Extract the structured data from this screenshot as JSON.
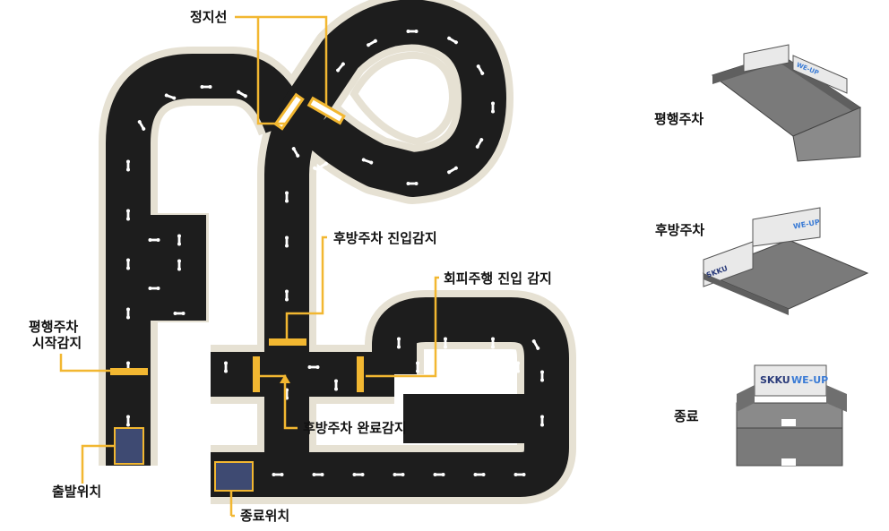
{
  "labels": {
    "stop_line": "정지선",
    "reverse_parking_entry": "후방주차 진입감지",
    "avoid_entry": "회피주행 진입 감지",
    "parallel_start_1": "평행주차",
    "parallel_start_2": "시작감지",
    "reverse_parking_done": "후방주차 완료감지",
    "start_position": "출발위치",
    "end_position": "종료위치"
  },
  "thumbnails": {
    "parallel": "평행주차",
    "reverse": "후방주차",
    "finish": "종료"
  },
  "signage": {
    "brand_left": "SKKU",
    "brand_right": "WE-UP"
  },
  "colors": {
    "track": "#1d1d1d",
    "border": "#e6e1d3",
    "marker": "#f2b731",
    "box": "#3e4a72",
    "ramp": "#7a7a7a"
  }
}
